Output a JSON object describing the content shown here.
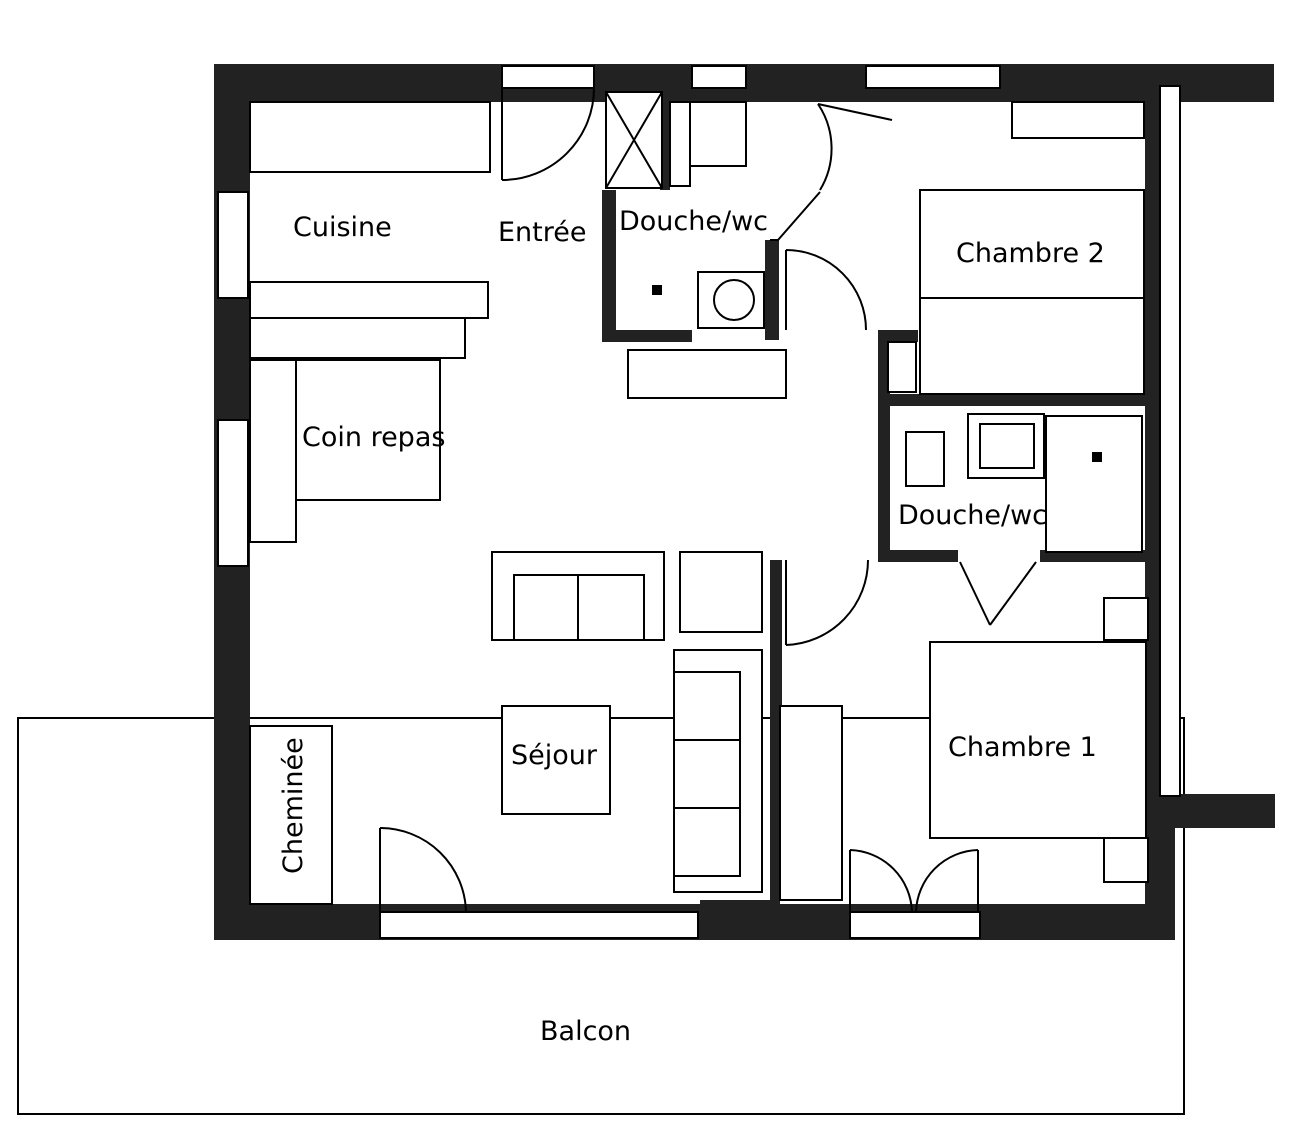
{
  "rooms": {
    "cuisine": "Cuisine",
    "entree": "Entrée",
    "douche_wc_1": "Douche/wc",
    "chambre_2": "Chambre 2",
    "coin_repas": "Coin repas",
    "douche_wc_2": "Douche/wc",
    "sejour": "Séjour",
    "chambre_1": "Chambre 1",
    "cheminee": "Cheminée",
    "balcon": "Balcon"
  },
  "colors": {
    "wall": "#222222",
    "line": "#000000",
    "background": "#ffffff"
  }
}
